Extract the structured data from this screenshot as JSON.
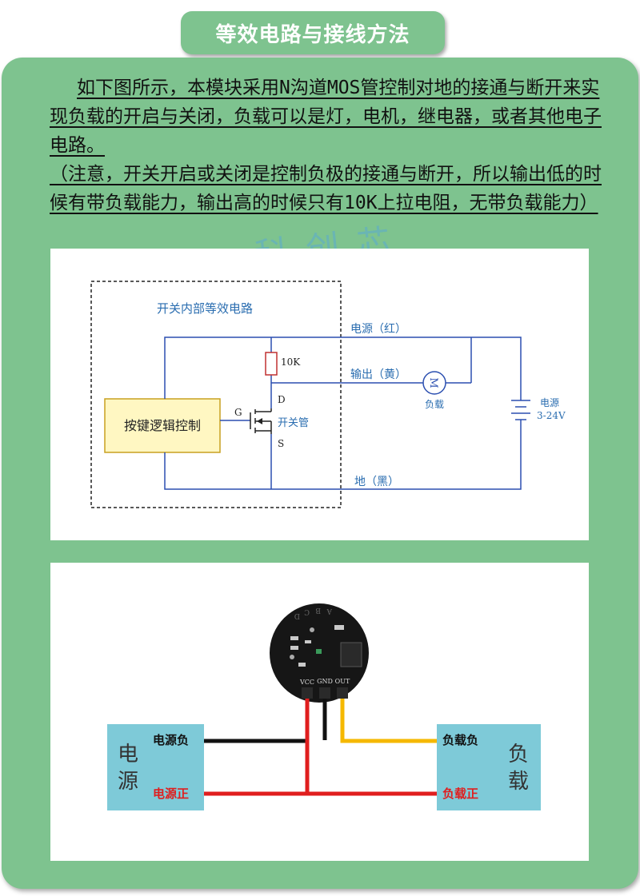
{
  "header": {
    "title": "等效电路与接线方法"
  },
  "description": {
    "para1": "如下图所示，本模块采用N沟道MOS管控制对地的接通与断开来实现负载的开启与关闭，负载可以是灯，电机，继电器，或者其他电子电路。",
    "para2": "（注意，开关开启或关闭是控制负极的接通与断开，所以输出低的时候有带负载能力，输出高的时候只有10K上拉电阻，无带负载能力）"
  },
  "watermark": "科创芯",
  "circuit": {
    "box_title": "开关内部等效电路",
    "logic_label": "按键逻辑控制",
    "gate_label": "G",
    "drain_label": "D",
    "source_label": "S",
    "mos_label": "开关管",
    "resistor_label": "10K",
    "power_wire_label": "电源（红）",
    "output_wire_label": "输出（黄）",
    "ground_wire_label": "地（黑）",
    "motor_symbol": "M",
    "load_label": "负载",
    "supply_label": "电源",
    "supply_range": "3-24V"
  },
  "wiring": {
    "power_block": "电源",
    "power_neg": "电源负",
    "power_pos": "电源正",
    "load_block": "负载",
    "load_neg": "负载负",
    "load_pos": "负载正",
    "pin_vcc": "VCC",
    "pin_gnd": "GND",
    "pin_out": "OUT",
    "board_letters": [
      "D",
      "C",
      "B",
      "A"
    ],
    "wire_colors": {
      "red": "#e01e1e",
      "black": "#111111",
      "yellow": "#f5b800"
    },
    "block_color": "#7ecad8"
  }
}
